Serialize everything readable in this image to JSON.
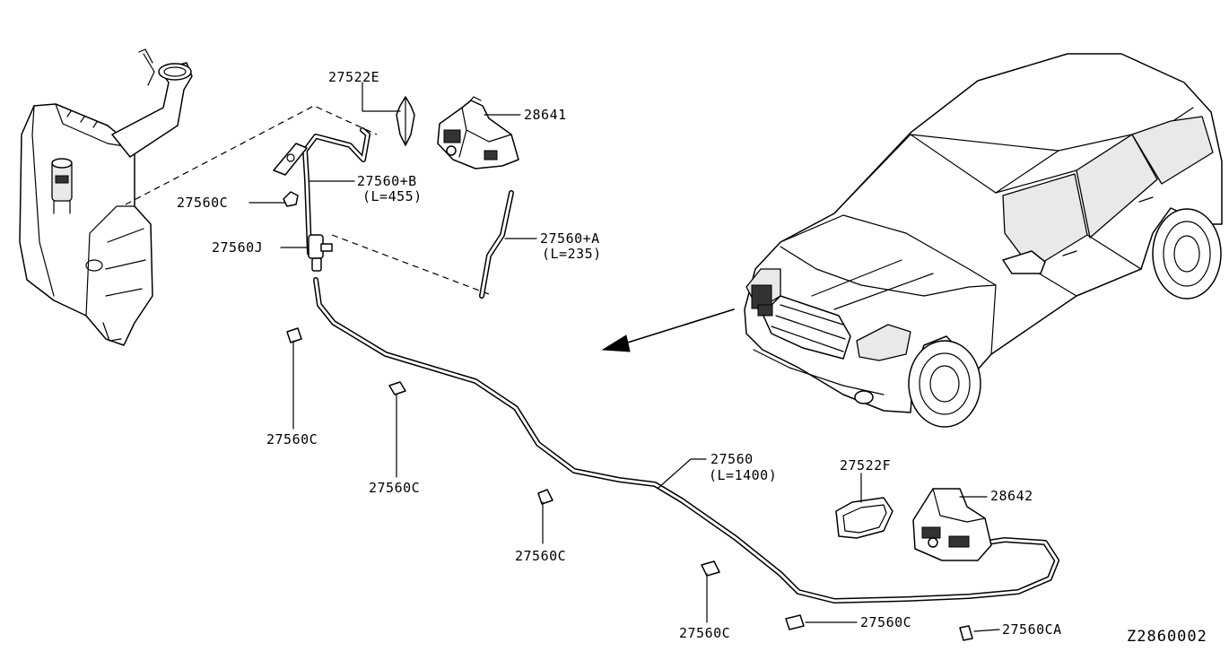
{
  "labels": {
    "p27522E": "27522E",
    "p28641": "28641",
    "p27560B": "27560+B",
    "p27560B_len": "(L=455)",
    "p27560C_a": "27560C",
    "p27560J": "27560J",
    "p27560A": "27560+A",
    "p27560A_len": "(L=235)",
    "p27560C_b": "27560C",
    "p27560C_c": "27560C",
    "p27560": "27560",
    "p27560_len": "(L=1400)",
    "p27522F": "27522F",
    "p28642": "28642",
    "p27560C_d": "27560C",
    "p27560C_e": "27560C",
    "p27560C_f": "27560C",
    "p27560CA": "27560CA"
  },
  "diagram_ref": "Z2860002"
}
